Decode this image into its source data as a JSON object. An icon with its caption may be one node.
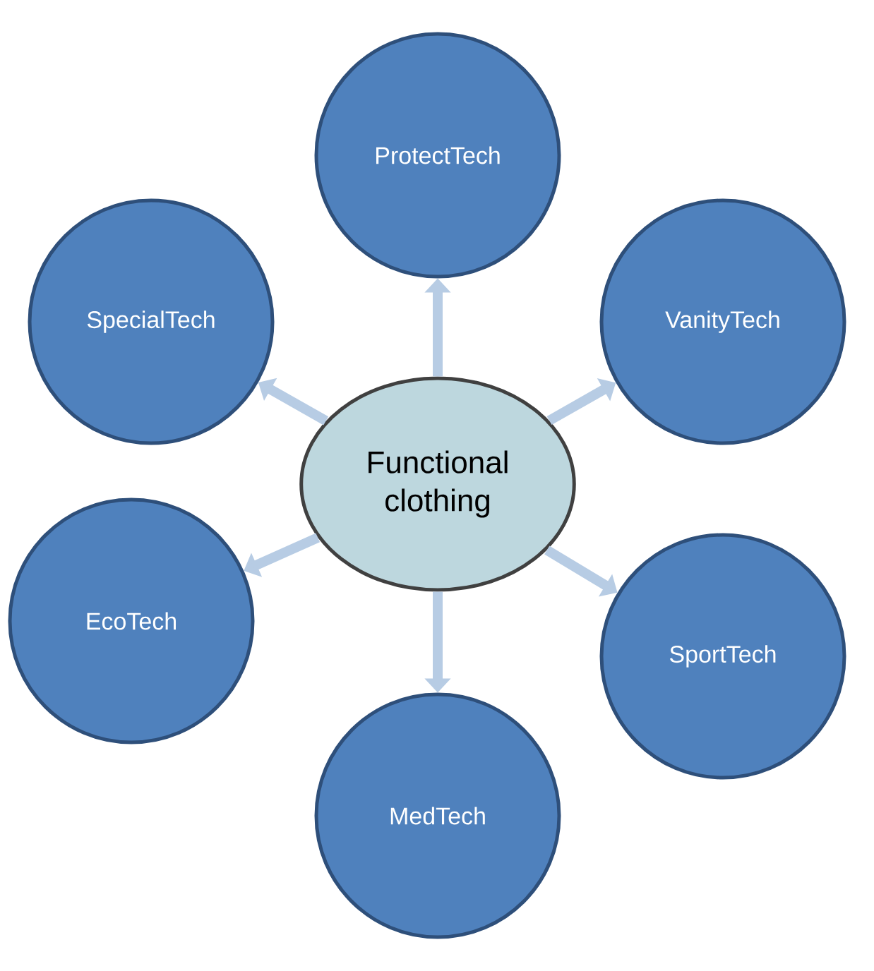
{
  "diagram": {
    "nodes": [
      {
        "text": [
          "Functional clothing"
        ]
      },
      {
        "text": [
          "ProtectTech"
        ]
      },
      {
        "text": [
          "VanityTech"
        ]
      },
      {
        "text": [
          "SportTech"
        ]
      },
      {
        "text": [
          "MedTech"
        ]
      },
      {
        "text": [
          "EcoTech"
        ]
      },
      {
        "text": [
          "SpecialTech"
        ]
      }
    ],
    "edges": [
      {
        "from": 0,
        "to": 1,
        "arrow": "to"
      },
      {
        "from": 0,
        "to": 2,
        "arrow": "to"
      },
      {
        "from": 0,
        "to": 3,
        "arrow": "to"
      },
      {
        "from": 0,
        "to": 4,
        "arrow": "to"
      },
      {
        "from": 0,
        "to": 5,
        "arrow": "to"
      },
      {
        "from": 0,
        "to": 6,
        "arrow": "to"
      }
    ]
  }
}
